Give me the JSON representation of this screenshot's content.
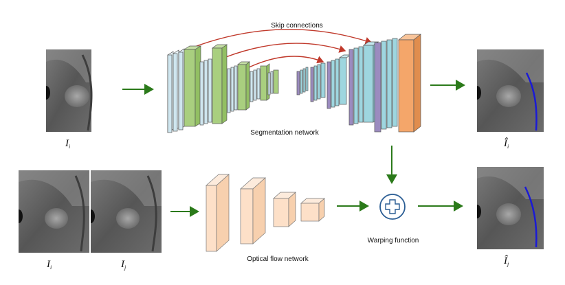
{
  "labels": {
    "skip_connections": "Skip connections",
    "segmentation_network": "Segmentation network",
    "optical_flow_network": "Optical flow network",
    "warping_function": "Warping function"
  },
  "images": {
    "input_i": {
      "symbol": "I",
      "subscript": "i"
    },
    "flow_input_i": {
      "symbol": "I",
      "subscript": "i"
    },
    "flow_input_j": {
      "symbol": "I",
      "subscript": "j"
    },
    "output_i": {
      "symbol": "Î",
      "subscript": "i"
    },
    "output_j": {
      "symbol": "Î",
      "subscript": "j"
    }
  },
  "colors": {
    "arrow_green": "#2b7a1a",
    "skip_arrow_red": "#c0392b",
    "encoder_blue": "#cfe6ef",
    "encoder_green": "#a9cf7f",
    "decoder_blue": "#9ed6df",
    "decoder_purple": "#9b8bbf",
    "output_orange": "#f4a66a",
    "flow_peach": "#fde0c8",
    "warp_blue": "#2a5d94",
    "centerline": "#1a1ad6"
  },
  "icons": {
    "warp": "plus-circle-icon"
  }
}
